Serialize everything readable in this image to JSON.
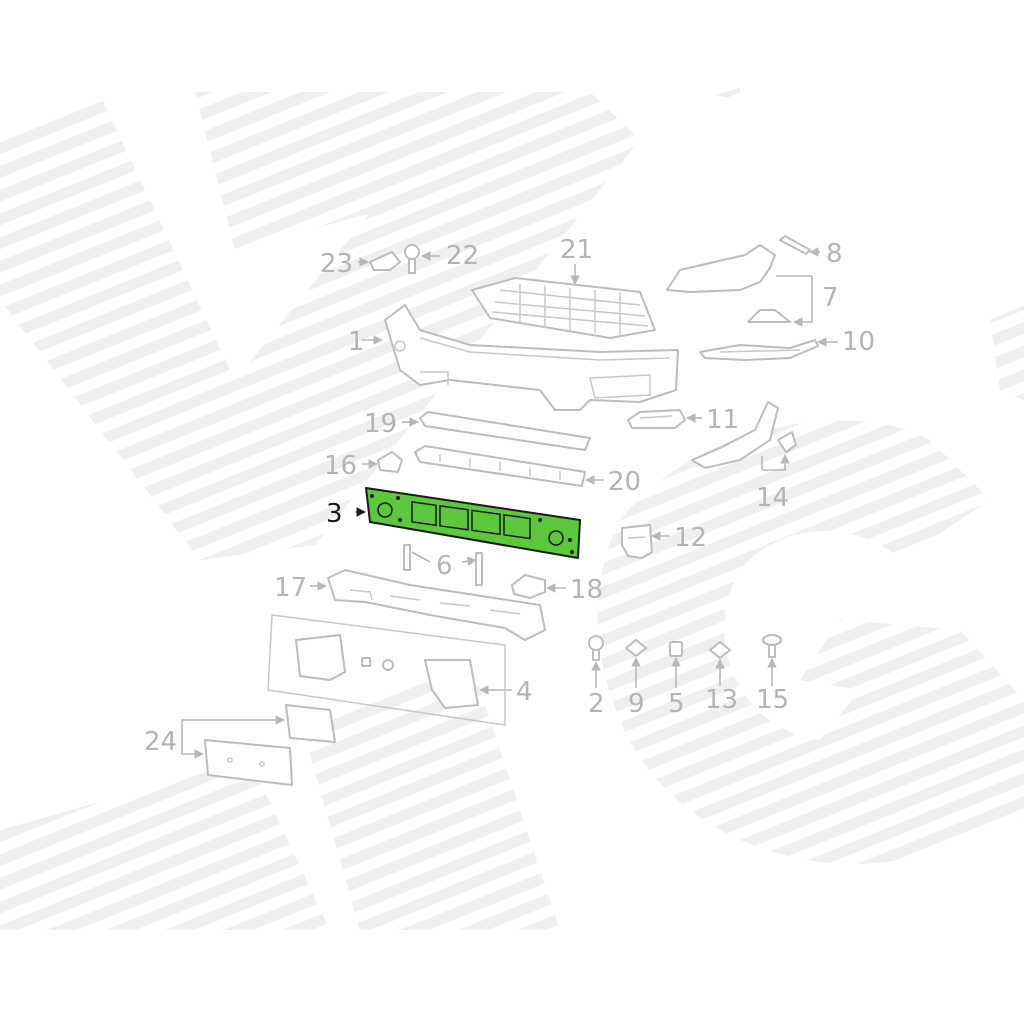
{
  "diagram": {
    "highlight_color": "#5cc83c",
    "highlighted_part": "3",
    "labels": {
      "p1": "1",
      "p2": "2",
      "p3": "3",
      "p4": "4",
      "p5": "5",
      "p6": "6",
      "p7": "7",
      "p8": "8",
      "p9": "9",
      "p10": "10",
      "p11": "11",
      "p12": "12",
      "p13": "13",
      "p14": "14",
      "p15": "15",
      "p16": "16",
      "p17": "17",
      "p18": "18",
      "p19": "19",
      "p20": "20",
      "p21": "21",
      "p22": "22",
      "p23": "23",
      "p24": "24"
    }
  }
}
